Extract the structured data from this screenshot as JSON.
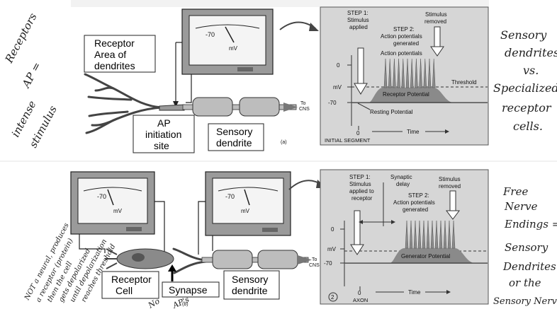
{
  "panel_a": {
    "meter_reading": "-70",
    "meter_unit": "mV",
    "label_receptor_area": [
      "Receptor",
      "Area of",
      "dendrites"
    ],
    "label_ap_site": [
      "AP",
      "initiation",
      "site"
    ],
    "label_sensory_dendrite": [
      "Sensory",
      "dendrite"
    ],
    "to_cns": [
      "To",
      "CNS"
    ],
    "panel_letter": "(a)",
    "graph": {
      "step1": [
        "STEP 1:",
        "Stimulus",
        "applied"
      ],
      "step2": [
        "STEP 2:",
        "Action potentials",
        "generated"
      ],
      "ap_label": "Action potentials",
      "stimulus_removed": [
        "Stimulus",
        "removed"
      ],
      "y_zero": "0",
      "y_mv": "mV",
      "y_minus70": "-70",
      "threshold": "Threshold",
      "receptor_potential": "Receptor Potential",
      "resting_potential": "Resting Potential",
      "x_zero": "0",
      "x_time": "Time",
      "segment": "INITIAL SEGMENT"
    }
  },
  "panel_b": {
    "meter1_reading": "-70",
    "meter1_unit": "mV",
    "meter2_reading": "-70",
    "meter2_unit": "mV",
    "label_receptor_cell": [
      "Receptor",
      "Cell"
    ],
    "label_synapse": "Synapse",
    "label_sensory_dendrite": [
      "Sensory",
      "dendrite"
    ],
    "to_cns": [
      "To",
      "CNS"
    ],
    "panel_letter": "(b)",
    "graph": {
      "step1": [
        "STEP 1:",
        "Stimulus",
        "applied to",
        "receptor"
      ],
      "synaptic_delay": [
        "Synaptic",
        "delay"
      ],
      "stimulus_removed": [
        "Stimulus",
        "removed"
      ],
      "step2": [
        "STEP 2:",
        "Action potentials",
        "generated"
      ],
      "y_zero": "0",
      "y_mv": "mV",
      "y_minus70": "-70",
      "generator_potential": "Generator Potential",
      "x_zero": "0",
      "x_time": "Time",
      "segment": "AXON",
      "circle_num": "2"
    }
  },
  "notes": {
    "left_top": [
      "Receptors",
      "AP =",
      "intense",
      "stimulus"
    ],
    "right_top": [
      "Sensory",
      "dendrites",
      "vs.",
      "Specialized",
      "receptor",
      "cells."
    ],
    "right_bottom": [
      "Free",
      "Nerve",
      "Endings =",
      "Sensory",
      "Dendrites",
      "or the",
      "Sensory Nerve"
    ],
    "left_bottom": [
      "NOT a neural, produces",
      "a receptor (protein)",
      "then the cell",
      "gets depolarized",
      "until depolarization",
      "reaches threshold"
    ],
    "bottom_misc": [
      "No",
      "AP's"
    ]
  },
  "colors": {
    "graph_bg": "#d6d6d6",
    "potential_fill": "#8a8a8a",
    "nerve_fill": "#bdbdbd",
    "ink": "#111111"
  }
}
